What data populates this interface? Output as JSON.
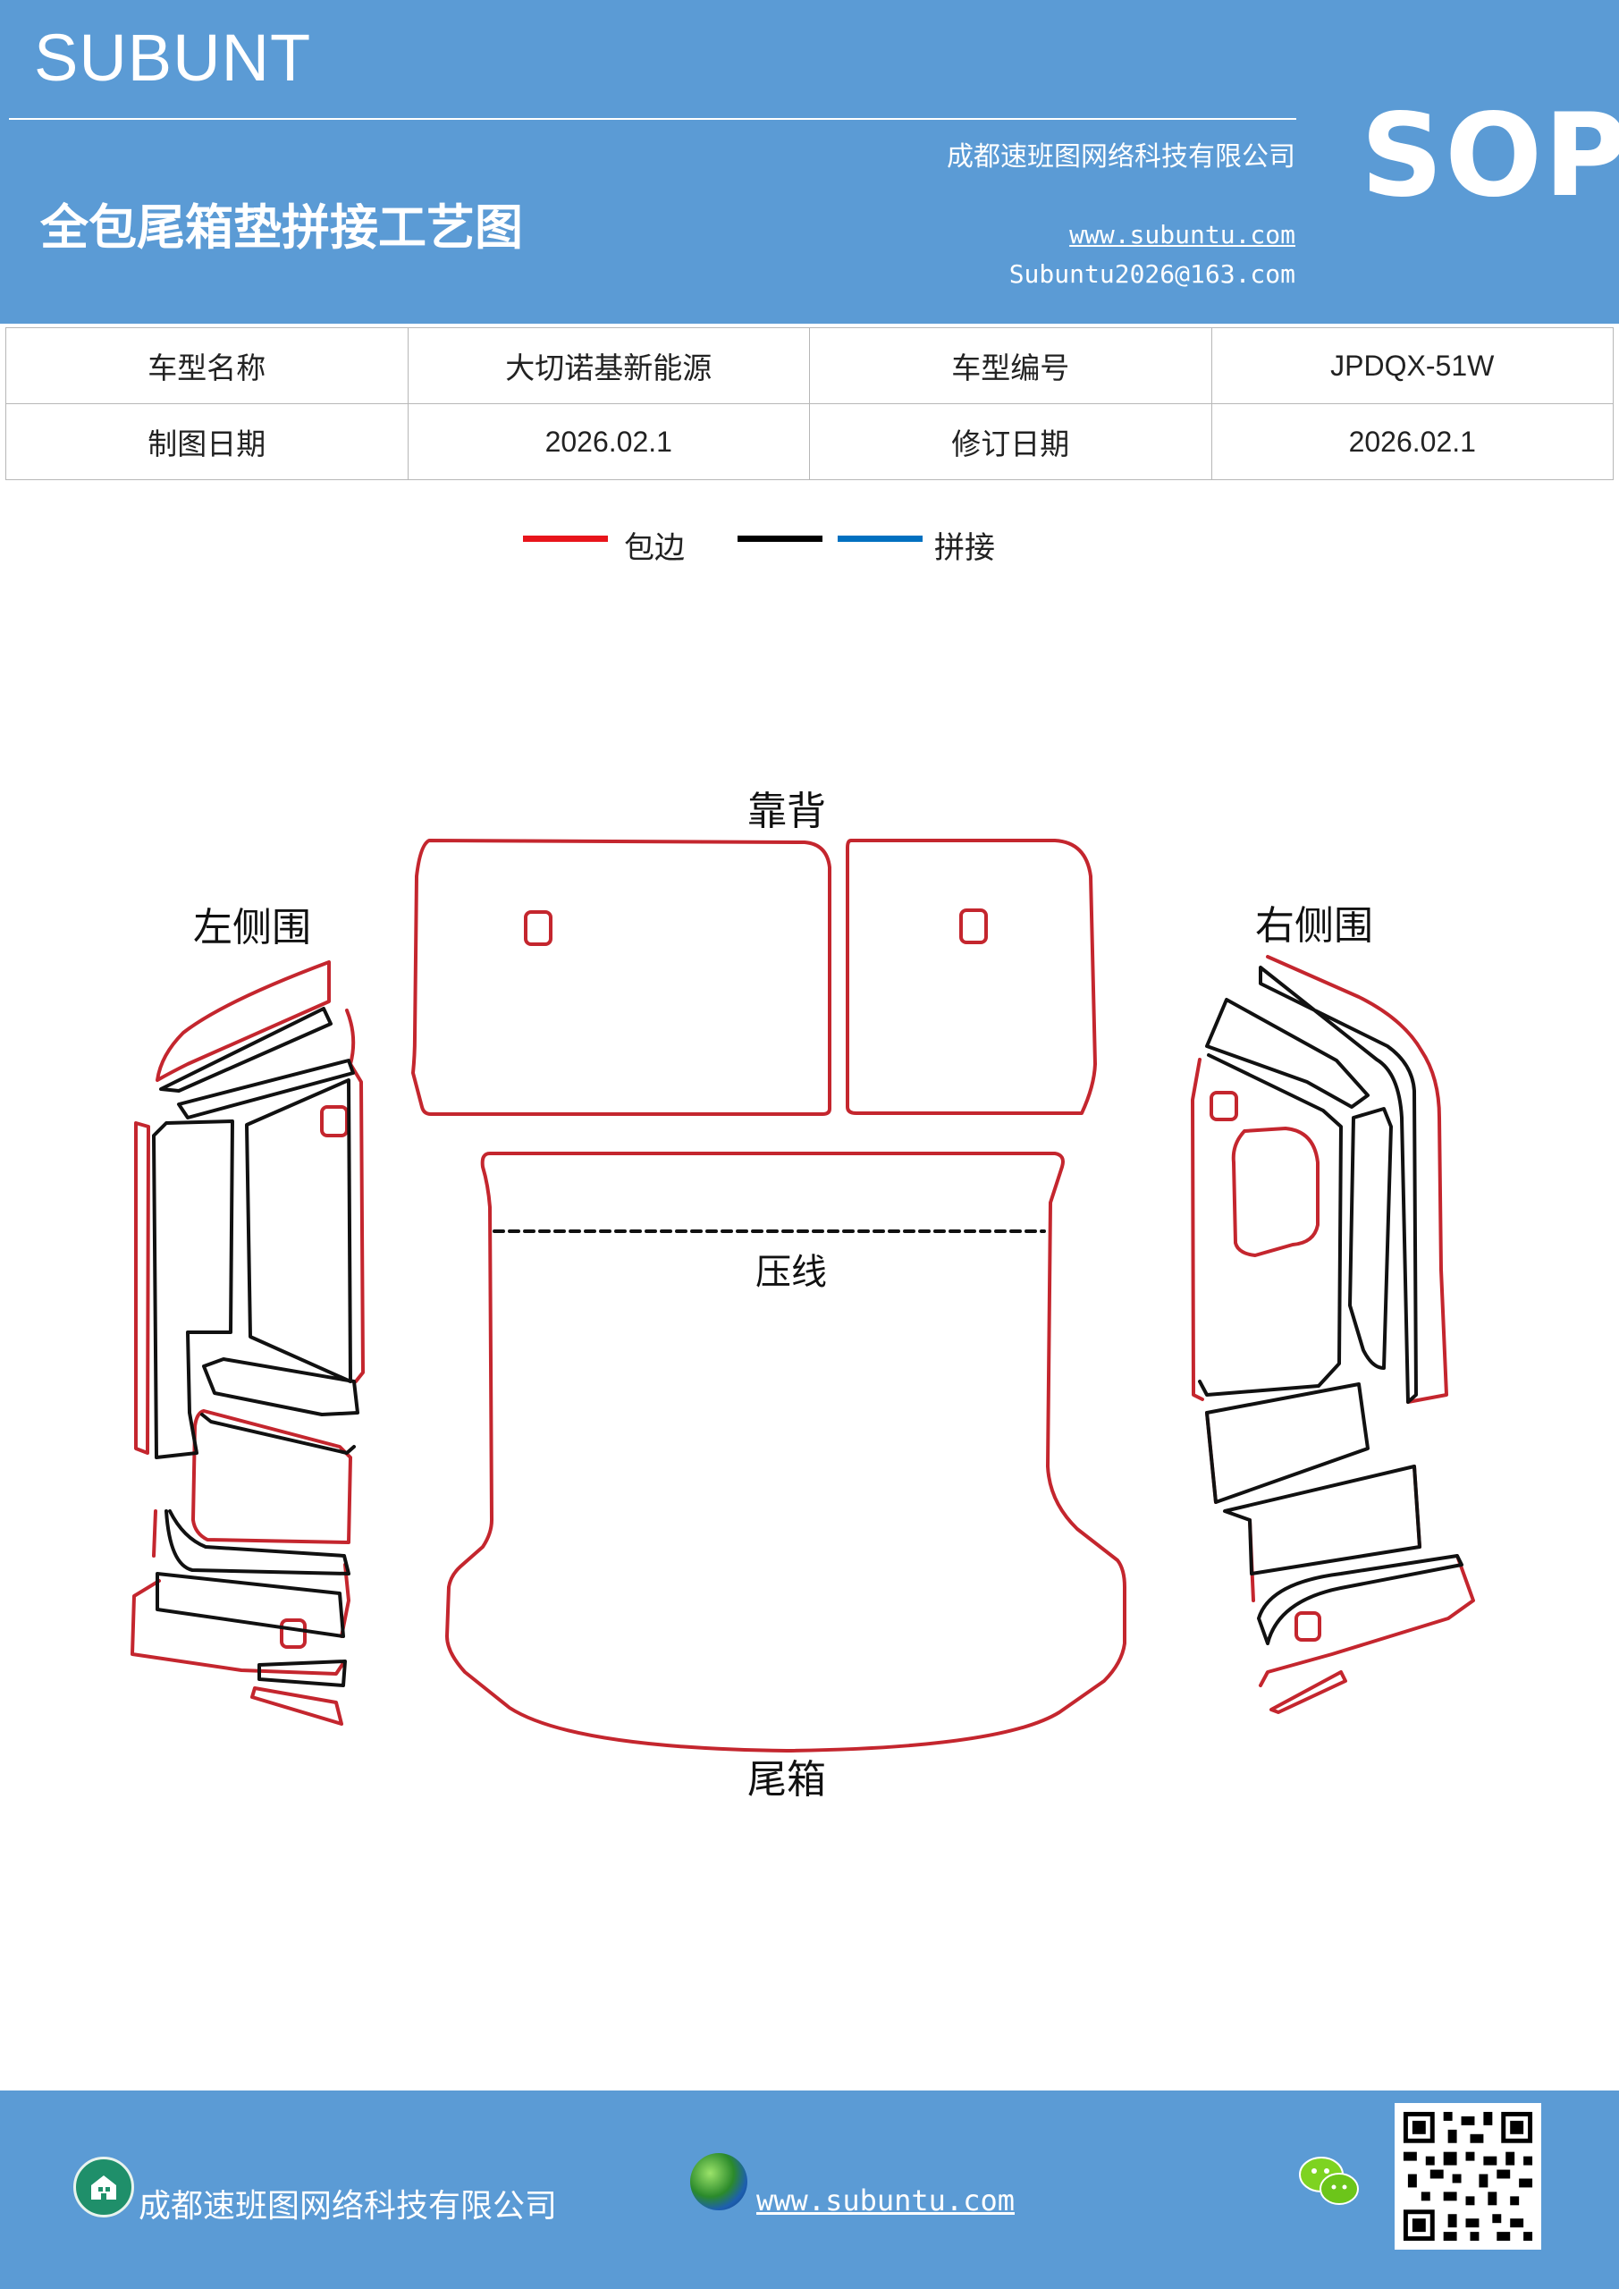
{
  "header": {
    "brand": "SUBUNT",
    "title": "全包尾箱垫拼接工艺图",
    "company": "成都速班图网络科技有限公司",
    "website": "www.subuntu.com",
    "email": "Subuntu2026@163.com",
    "badge": "SOP"
  },
  "info_table": {
    "rows": [
      [
        "车型名称",
        "大切诺基新能源",
        "车型编号",
        "JPDQX-51W"
      ],
      [
        "制图日期",
        "2026.02.1",
        "修订日期",
        "2026.02.1"
      ]
    ]
  },
  "legend": {
    "items": [
      {
        "color": "#e8141b",
        "label": "包边"
      },
      {
        "color": "#000000",
        "label": ""
      },
      {
        "color": "#0070c0",
        "label": "拼接"
      }
    ]
  },
  "diagram": {
    "labels": {
      "backrest": "靠背",
      "left_side": "左侧围",
      "right_side": "右侧围",
      "press_line": "压线",
      "trunk": "尾箱"
    },
    "colors": {
      "edge": "#c4262e",
      "seam": "#111111"
    }
  },
  "footer": {
    "company": "成都速班图网络科技有限公司",
    "website": "www.subuntu.com",
    "icons": [
      "building-icon",
      "globe-icon",
      "wechat-icon",
      "qr-code"
    ]
  }
}
